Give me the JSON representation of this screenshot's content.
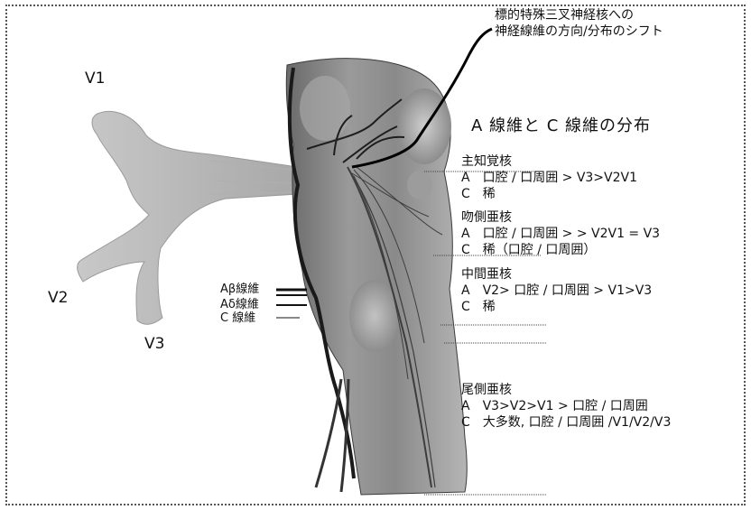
{
  "top_note": {
    "line1": "標的特殊三叉神経核への",
    "line2": "神経線維の方向/分布のシフト"
  },
  "title": "A 線維と C 線維の分布",
  "branches": {
    "v1": "V1",
    "v2": "V2",
    "v3": "V3"
  },
  "legend": {
    "a_beta": "Aβ線維",
    "a_delta": "Aδ線維",
    "c": "C 線維"
  },
  "nuclei": [
    {
      "name": "主知覚核",
      "a": "A　口腔 / 口周囲 > V3>V2V1",
      "c": "C　稀"
    },
    {
      "name": "吻側亜核",
      "a": "A　口腔 / 口周囲 > > V2V1 = V3",
      "c": "C　稀（口腔 / 口周囲）"
    },
    {
      "name": "中間亜核",
      "a": "A　V2> 口腔 / 口周囲 > V1>V3",
      "c": "C　稀"
    },
    {
      "name": "尾側亜核",
      "a": "A　V3>V2>V1 > 口腔 / 口周囲",
      "c": "C　大多数, 口腔 / 口周囲 /V1/V2/V3"
    }
  ]
}
